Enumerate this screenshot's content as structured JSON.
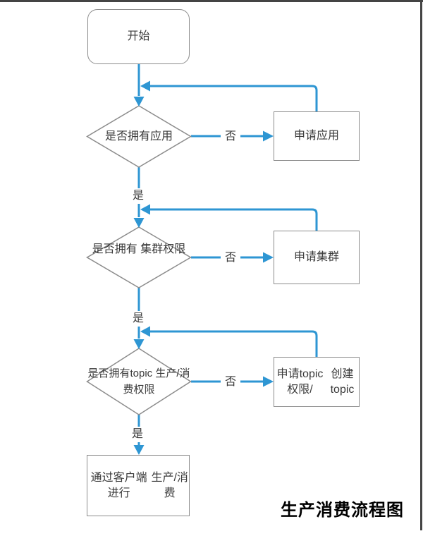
{
  "title": "生产消费流程图",
  "colors": {
    "arrow": "#2E96D3",
    "node_border": "#8C8C8C",
    "text": "#3a3a3a",
    "frame": "#444444"
  },
  "nodes": {
    "start": {
      "type": "terminal",
      "label": "开始"
    },
    "decision1": {
      "type": "decision",
      "label": "是否拥有应用"
    },
    "process1": {
      "type": "process",
      "label": "申请应用"
    },
    "decision2": {
      "type": "decision",
      "line1": "是否拥有",
      "line2": "集群权限"
    },
    "process2": {
      "type": "process",
      "label": "申请集群"
    },
    "decision3": {
      "type": "decision",
      "line1": "是否拥有topic",
      "line2": "生产/消费权限"
    },
    "process3": {
      "type": "process",
      "line1": "申请topic权限/",
      "line2": "创建topic"
    },
    "final": {
      "type": "process",
      "line1": "通过客户端进行",
      "line2": "生产/消费"
    }
  },
  "edge_labels": {
    "yes": "是",
    "no": "否"
  }
}
